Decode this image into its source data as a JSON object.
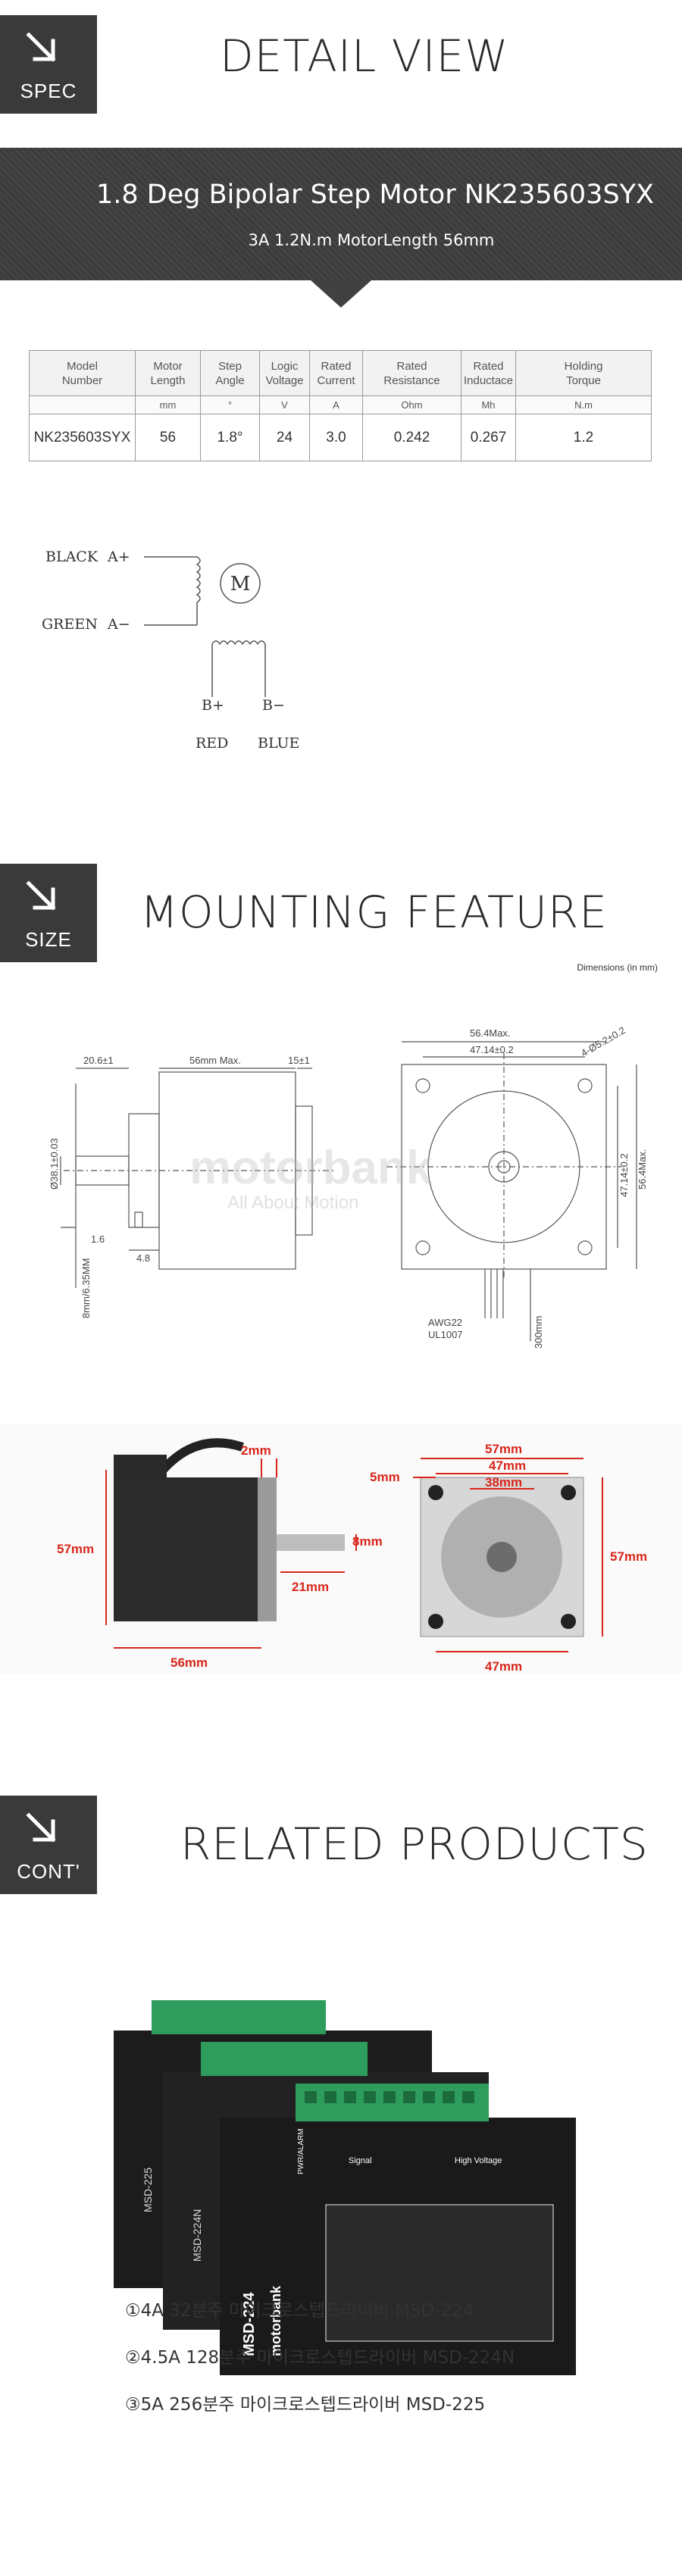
{
  "spec_section": {
    "tag": "SPEC",
    "title": "DETAIL VIEW"
  },
  "banner": {
    "title": "1.8 Deg Bipolar Step  Motor NK235603SYX",
    "subtitle": "3A 1.2N.m MotorLength 56mm"
  },
  "table": {
    "headers": [
      "Model\nNumber",
      "Motor\nLength",
      "Step\nAngle",
      "Logic\nVoltage",
      "Rated\nCurrent",
      "Rated\nResistance",
      "Rated\nInductace",
      "Holding\nTorque"
    ],
    "units": [
      "",
      "mm",
      "°",
      "V",
      "A",
      "Ohm",
      "Mh",
      "N.m"
    ],
    "values": [
      "NK235603SYX",
      "56",
      "1.8°",
      "24",
      "3.0",
      "0.242",
      "0.267",
      "1.2"
    ]
  },
  "wiring": {
    "black": "BLACK",
    "a_plus": "A+",
    "green": "GREEN",
    "a_minus": "A−",
    "b_plus": "B+",
    "b_minus": "B−",
    "red": "RED",
    "blue": "BLUE",
    "motor_symbol": "M"
  },
  "size_section": {
    "tag": "SIZE",
    "title": "MOUNTING FEATURE",
    "dims_note": "Dimensions (in mm)"
  },
  "drawing": {
    "d_20": "20.6±1",
    "d_56": "56mm Max.",
    "d_15": "15±1",
    "d_38": "Ø38.1±0.03",
    "d_16": "1.6",
    "d_48": "4.8",
    "d_shaft": "8mm/6.35MM",
    "d_564a": "56.4Max.",
    "d_471a": "47.14±0.2",
    "d_holes": "4-Ø5.2±0.2",
    "d_471b": "47.14±0.2",
    "d_564b": "56.4Max.",
    "awg": "AWG22",
    "ul": "UL1007",
    "lead": "300mm",
    "watermark_brand": "motorbank",
    "watermark_tag": "All About Motion"
  },
  "photo_dims": {
    "d2": "2mm",
    "d57l": "57mm",
    "d8": "8mm",
    "d21": "21mm",
    "d56": "56mm",
    "d5": "5mm",
    "d57t": "57mm",
    "d47t": "47mm",
    "d38": "38mm",
    "d57r": "57mm",
    "d47b": "47mm"
  },
  "related_section": {
    "tag": "CONT'",
    "title": "RELATED PRODUCTS"
  },
  "products": {
    "items": [
      "①4A 32분주 마이크로스텝드라이버 MSD-224",
      "②4.5A 128분주 마이크로스텝드라이버 MSD-224N",
      "③5A 256분주 마이크로스텝드라이버 MSD-225"
    ],
    "driver_labels": [
      "MSD-225",
      "MSD-224N",
      "MSD-224"
    ],
    "brand": "motorbank",
    "signal": "Signal",
    "high_voltage": "High Voltage",
    "pwr": "PWR/ALARM"
  },
  "colors": {
    "tag_bg": "#3a3a3a",
    "banner_bg": "#3f3f3f",
    "dim_red": "#d8261b",
    "terminal_green": "#2e9c5c"
  }
}
